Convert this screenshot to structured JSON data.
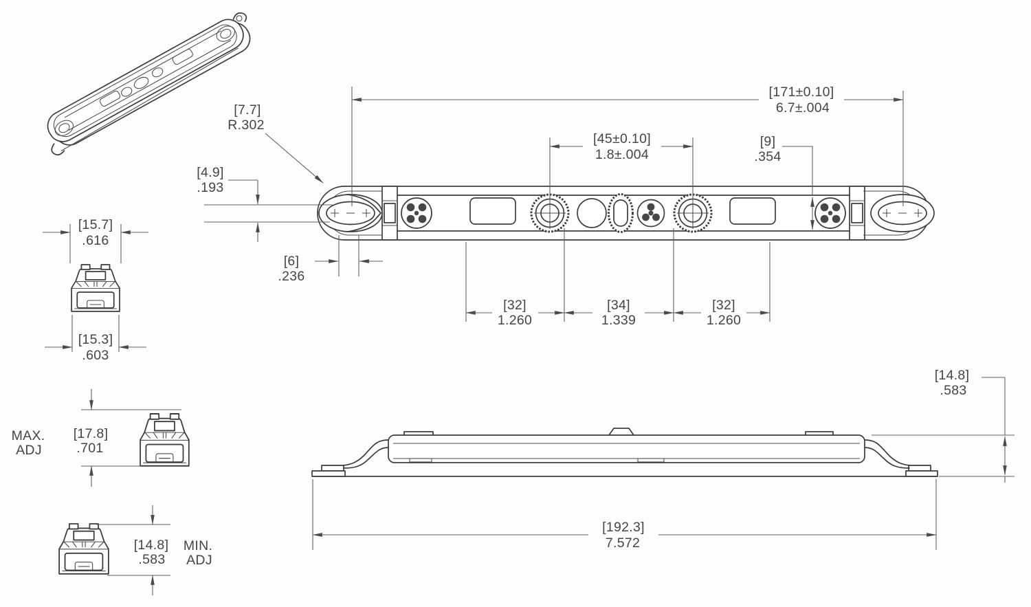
{
  "drawing": {
    "type": "engineering-dimension-drawing",
    "colors": {
      "background": "#ffffff",
      "part_line": "#3c3c3c",
      "dim_line": "#5f5f5f",
      "text": "#454545"
    },
    "dimensions": {
      "overall_length": {
        "metric": "[171±0.10]",
        "inch": "6.7±.004"
      },
      "center_span": {
        "metric": "[45±0.10]",
        "inch": "1.8±.004"
      },
      "channel_height": {
        "metric": "[9]",
        "inch": ".354"
      },
      "end_radius": {
        "metric": "[7.7]",
        "inch": "R.302"
      },
      "slot_height": {
        "metric": "[4.9]",
        "inch": ".193"
      },
      "slot_width": {
        "metric": "[6]",
        "inch": ".236"
      },
      "span_left": {
        "metric": "[32]",
        "inch": "1.260"
      },
      "span_center": {
        "metric": "[34]",
        "inch": "1.339"
      },
      "span_right": {
        "metric": "[32]",
        "inch": "1.260"
      },
      "end_width_top": {
        "metric": "[15.7]",
        "inch": ".616"
      },
      "end_width_bottom": {
        "metric": "[15.3]",
        "inch": ".603"
      },
      "max_adj_height": {
        "metric": "[17.8]",
        "inch": ".701"
      },
      "min_adj_height": {
        "metric": "[14.8]",
        "inch": ".583"
      },
      "base_length": {
        "metric": "[192.3]",
        "inch": "7.572"
      },
      "side_height": {
        "metric": "[14.8]",
        "inch": ".583"
      }
    },
    "labels": {
      "max_adj_line1": "MAX.",
      "max_adj_line2": "ADJ",
      "min_adj_line1": "MIN.",
      "min_adj_line2": "ADJ"
    }
  }
}
